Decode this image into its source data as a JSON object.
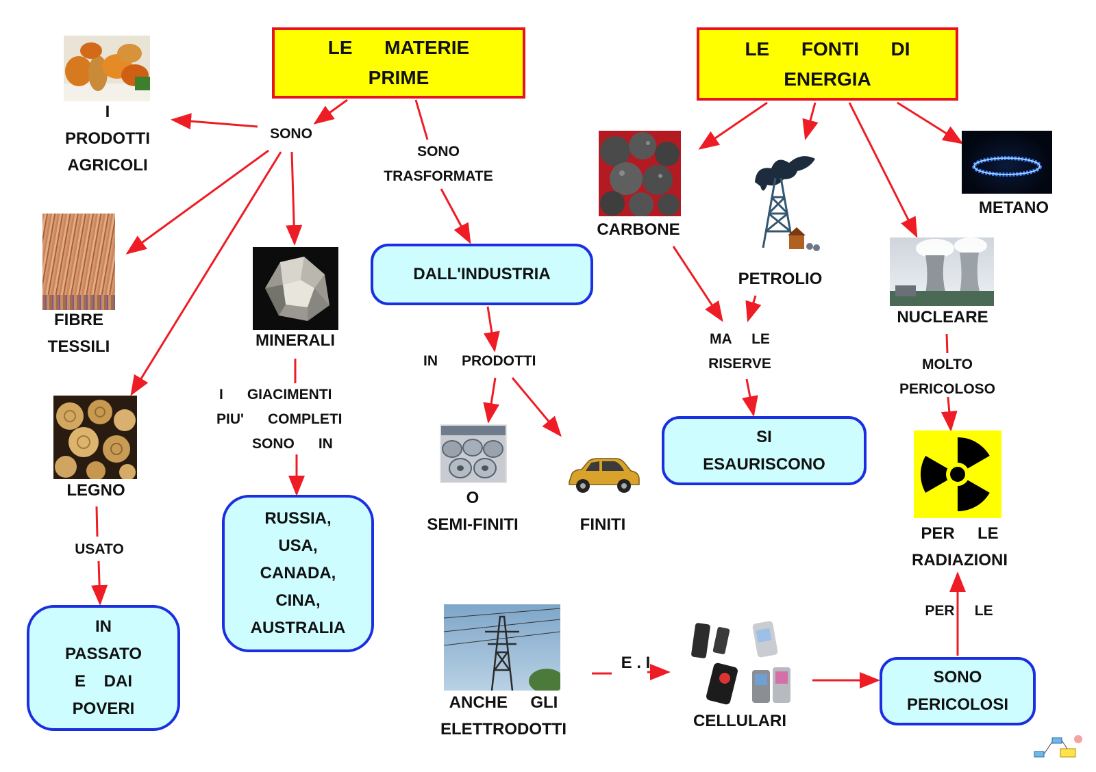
{
  "titles": {
    "materie": [
      "LE      MATERIE",
      "PRIME"
    ],
    "energia": [
      "LE      FONTI      DI",
      "ENERGIA"
    ]
  },
  "labels": {
    "prodotti_agricoli": [
      "I",
      "PRODOTTI",
      "AGRICOLI"
    ],
    "fibre_tessili": [
      "FIBRE",
      "TESSILI"
    ],
    "minerali": "MINERALI",
    "legno": "LEGNO",
    "carbone": "CARBONE",
    "petrolio": "PETROLIO",
    "metano": "METANO",
    "nucleare": "NUCLEARE",
    "semi_finiti": [
      "O",
      "SEMI-FINITI"
    ],
    "finiti": "FINITI",
    "elettrodotti": [
      "ANCHE     GLI",
      "ELETTRODOTTI"
    ],
    "cellulari": "CELLULARI",
    "radiazioni": [
      "PER     LE",
      "RADIAZIONI"
    ]
  },
  "link_words": {
    "sono": "SONO",
    "sono_trasformate": [
      "SONO",
      "TRASFORMATE"
    ],
    "in_prodotti": "IN      PRODOTTI",
    "giacimenti": [
      "I      GIACIMENTI",
      "PIU'      COMPLETI",
      "SONO      IN"
    ],
    "usato": "USATO",
    "ma_le_riserve": [
      "MA     LE",
      "RISERVE"
    ],
    "molto_pericoloso": [
      "MOLTO",
      "PERICOLOSO"
    ],
    "per_le": "PER     LE",
    "e_i": "E . I"
  },
  "boxes": {
    "industria": "DALL'INDUSTRIA",
    "paesi": [
      "RUSSIA,",
      "USA,",
      "CANADA,",
      "CINA,",
      "AUSTRALIA"
    ],
    "passato": [
      "IN",
      "PASSATO",
      "E    DAI",
      "POVERI"
    ],
    "esauriscono": [
      "SI",
      "ESAURISCONO"
    ],
    "pericolosi": [
      "SONO",
      "PERICOLOSI"
    ]
  },
  "icons": {
    "vegetables": "vegetables-photo-icon",
    "fibres": "textile-fibres-photo-icon",
    "minerals": "mineral-crystal-photo-icon",
    "wood": "wood-logs-photo-icon",
    "coils": "steel-coils-photo-icon",
    "car": "car-icon",
    "coal": "coal-photo-icon",
    "oil": "oil-derrick-icon",
    "gas": "gas-flame-photo-icon",
    "nuclear": "cooling-towers-photo-icon",
    "radiation": "radiation-symbol-icon",
    "pylon": "power-pylon-photo-icon",
    "phones": "mobile-phones-icon",
    "logo": "mind-map-logo-icon"
  },
  "colors": {
    "title_fill": "#ffff00",
    "title_border": "#e8141b",
    "box_fill": "#cdfdff",
    "box_border": "#1a2fe0",
    "arrow": "#ee1c24"
  }
}
